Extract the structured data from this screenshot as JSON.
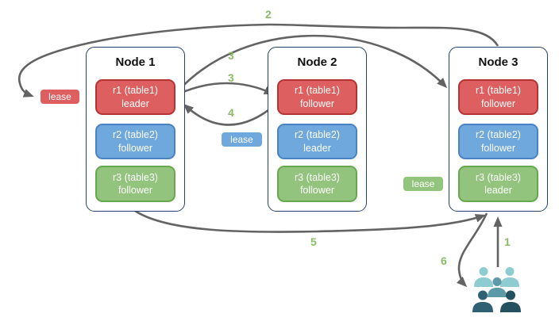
{
  "colors": {
    "red": "#de5f5f",
    "red_border": "#b53333",
    "blue": "#6fa8dc",
    "blue_border": "#4a82c4",
    "green": "#93c47d",
    "green_border": "#68a74e",
    "node_border": "#24416b",
    "arrow": "#636363",
    "number": "#89bb65",
    "person_light": "#8fccd1",
    "person_mid": "#5b9aa6",
    "person_dark": "#2f6173",
    "person_darker": "#25505f"
  },
  "nodes": [
    {
      "title": "Node 1",
      "replicas": [
        {
          "name": "r1 (table1)",
          "role": "leader",
          "color": "red"
        },
        {
          "name": "r2 (table2)",
          "role": "follower",
          "color": "blue"
        },
        {
          "name": "r3 (table3)",
          "role": "follower",
          "color": "green"
        }
      ]
    },
    {
      "title": "Node 2",
      "replicas": [
        {
          "name": "r1 (table1)",
          "role": "follower",
          "color": "red"
        },
        {
          "name": "r2 (table2)",
          "role": "leader",
          "color": "blue"
        },
        {
          "name": "r3 (table3)",
          "role": "follower",
          "color": "green"
        }
      ]
    },
    {
      "title": "Node 3",
      "replicas": [
        {
          "name": "r1 (table1)",
          "role": "follower",
          "color": "red"
        },
        {
          "name": "r2 (table2)",
          "role": "follower",
          "color": "blue"
        },
        {
          "name": "r3 (table3)",
          "role": "leader",
          "color": "green"
        }
      ]
    }
  ],
  "leases": [
    {
      "label": "lease",
      "color": "red"
    },
    {
      "label": "lease",
      "color": "blue"
    },
    {
      "label": "lease",
      "color": "green"
    }
  ],
  "steps": [
    {
      "label": "1"
    },
    {
      "label": "2"
    },
    {
      "label": "3"
    },
    {
      "label": "3"
    },
    {
      "label": "4"
    },
    {
      "label": "5"
    },
    {
      "label": "6"
    }
  ]
}
